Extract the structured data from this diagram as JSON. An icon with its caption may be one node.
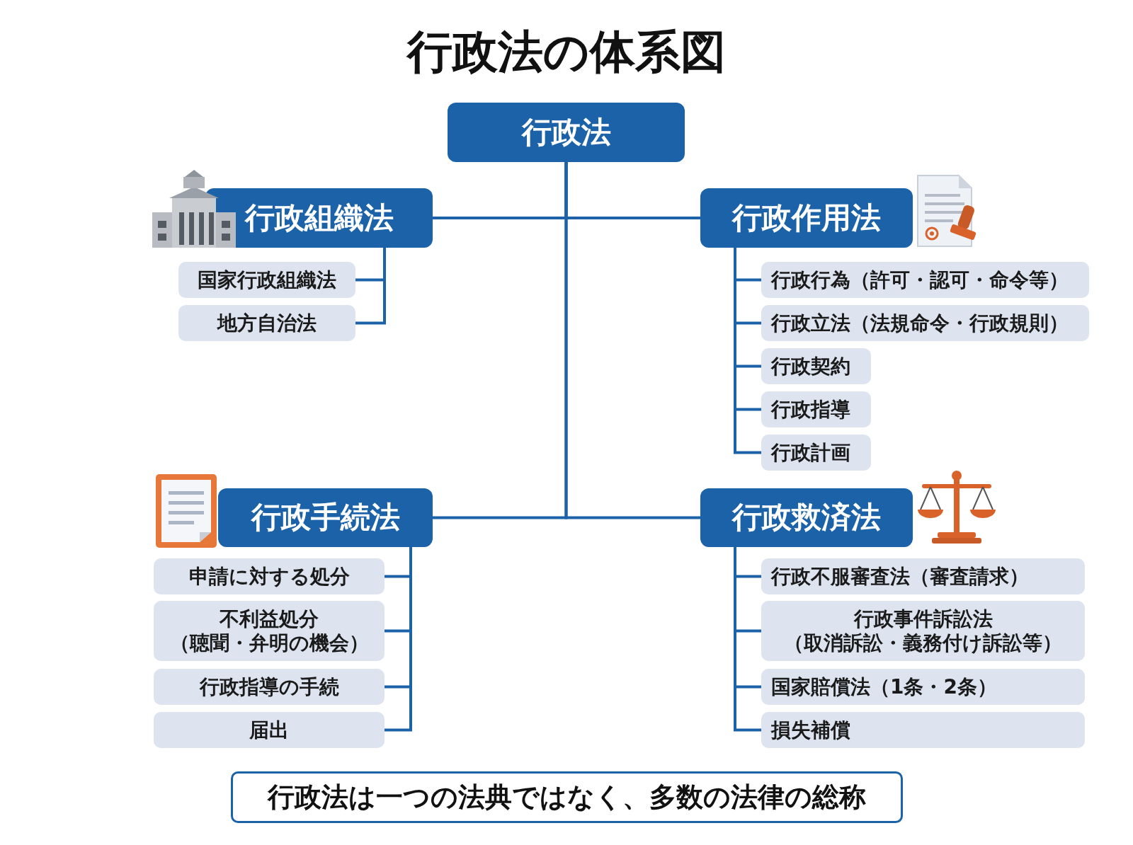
{
  "diagram": {
    "title": "行政法の体系図",
    "nodes": [
      {
        "text": [
          "行政法"
        ]
      },
      {
        "text": [
          "行政組織法"
        ]
      },
      {
        "text": [
          "国家行政組織法"
        ]
      },
      {
        "text": [
          "地方自治法"
        ]
      },
      {
        "text": [
          "行政作用法"
        ]
      },
      {
        "text": [
          "行政行為（許可・認可・命令等）"
        ]
      },
      {
        "text": [
          "行政立法（法規命令・行政規則）"
        ]
      },
      {
        "text": [
          "行政契約"
        ]
      },
      {
        "text": [
          "行政指導"
        ]
      },
      {
        "text": [
          "行政計画"
        ]
      },
      {
        "text": [
          "行政手続法"
        ]
      },
      {
        "text": [
          "申請に対する処分"
        ]
      },
      {
        "text": [
          "不利益処分（聴聞・弁明の機会）"
        ]
      },
      {
        "text": [
          "行政指導の手続"
        ]
      },
      {
        "text": [
          "届出"
        ]
      },
      {
        "text": [
          "行政救済法"
        ]
      },
      {
        "text": [
          "行政不服審査法（審査請求）"
        ]
      },
      {
        "text": [
          "行政事件訴訟法（取消訴訟・義務付け訴訟等）"
        ]
      },
      {
        "text": [
          "国家賠償法（1条・2条）"
        ]
      },
      {
        "text": [
          "損失補償"
        ]
      },
      {
        "text": [
          "行政法は一つの法典ではなく、多数の法律の総称"
        ]
      }
    ],
    "edges": [
      {
        "from": 0,
        "to": 1,
        "arrow": "none"
      },
      {
        "from": 0,
        "to": 4,
        "arrow": "none"
      },
      {
        "from": 0,
        "to": 10,
        "arrow": "none"
      },
      {
        "from": 0,
        "to": 15,
        "arrow": "none"
      },
      {
        "from": 1,
        "to": 2,
        "arrow": "none"
      },
      {
        "from": 1,
        "to": 3,
        "arrow": "none"
      },
      {
        "from": 4,
        "to": 5,
        "arrow": "none"
      },
      {
        "from": 4,
        "to": 6,
        "arrow": "none"
      },
      {
        "from": 4,
        "to": 7,
        "arrow": "none"
      },
      {
        "from": 4,
        "to": 8,
        "arrow": "none"
      },
      {
        "from": 4,
        "to": 9,
        "arrow": "none"
      },
      {
        "from": 10,
        "to": 11,
        "arrow": "none"
      },
      {
        "from": 10,
        "to": 12,
        "arrow": "none"
      },
      {
        "from": 10,
        "to": 13,
        "arrow": "none"
      },
      {
        "from": 10,
        "to": 14,
        "arrow": "none"
      },
      {
        "from": 15,
        "to": 16,
        "arrow": "none"
      },
      {
        "from": 15,
        "to": 17,
        "arrow": "none"
      },
      {
        "from": 15,
        "to": 18,
        "arrow": "none"
      },
      {
        "from": 15,
        "to": 19,
        "arrow": "none"
      }
    ]
  }
}
